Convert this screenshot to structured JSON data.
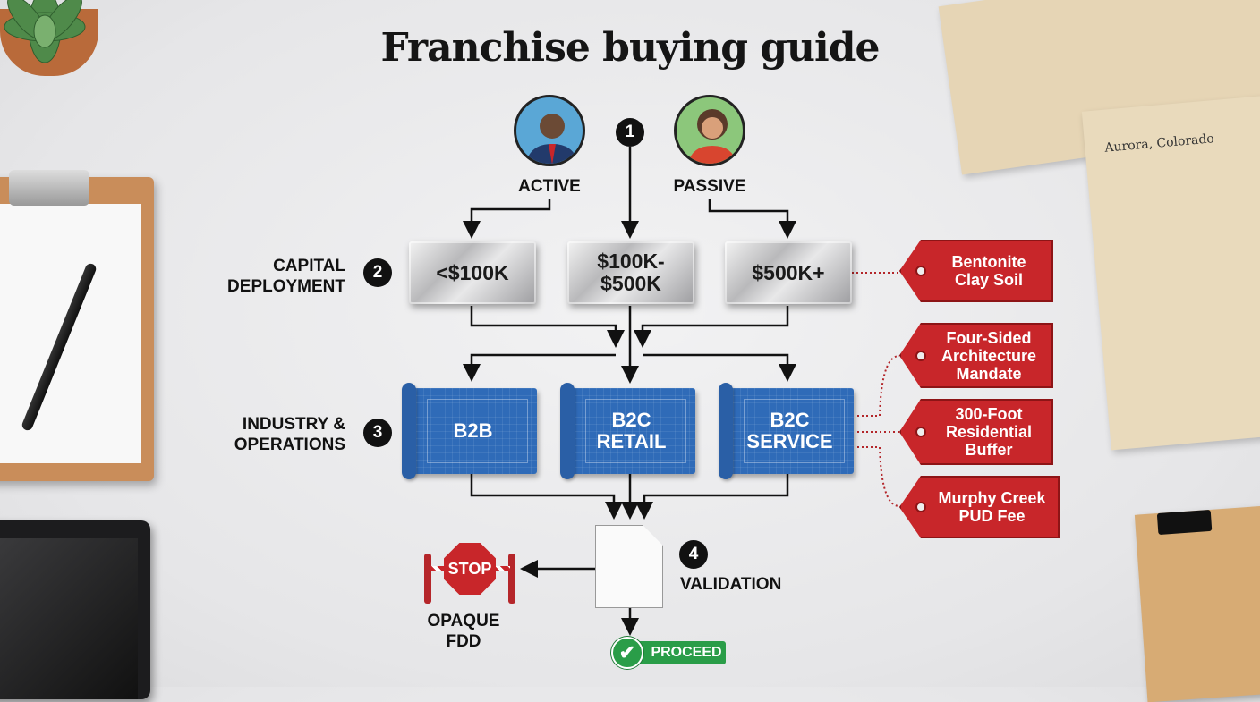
{
  "title": "Franchise buying guide",
  "folder_label": "Aurora, Colorado",
  "step1": {
    "number": "1",
    "options": [
      {
        "label": "ACTIVE"
      },
      {
        "label": "PASSIVE"
      }
    ]
  },
  "step2": {
    "number": "2",
    "label_line1": "CAPITAL",
    "label_line2": "DEPLOYMENT",
    "options": [
      {
        "line1": "<$100K",
        "line2": ""
      },
      {
        "line1": "$100K-",
        "line2": "$500K"
      },
      {
        "line1": "$500K+",
        "line2": ""
      }
    ]
  },
  "step3": {
    "number": "3",
    "label_line1": "INDUSTRY &",
    "label_line2": "OPERATIONS",
    "options": [
      {
        "line1": "B2B",
        "line2": ""
      },
      {
        "line1": "B2C",
        "line2": "RETAIL"
      },
      {
        "line1": "B2C",
        "line2": "SERVICE"
      }
    ]
  },
  "step4": {
    "number": "4",
    "label": "VALIDATION",
    "stop": {
      "sign": "STOP",
      "line1": "OPAQUE",
      "line2": "FDD"
    },
    "proceed": "PROCEED"
  },
  "tags": [
    {
      "lines": [
        "Bentonite",
        "Clay Soil"
      ]
    },
    {
      "lines": [
        "Four-Sided",
        "Architecture",
        "Mandate"
      ]
    },
    {
      "lines": [
        "300-Foot",
        "Residential",
        "Buffer"
      ]
    },
    {
      "lines": [
        "Murphy Creek",
        "PUD Fee"
      ]
    }
  ],
  "colors": {
    "accent_red": "#c8262a",
    "blueprint": "#2f6bb8",
    "proceed_green": "#2a9d48"
  }
}
